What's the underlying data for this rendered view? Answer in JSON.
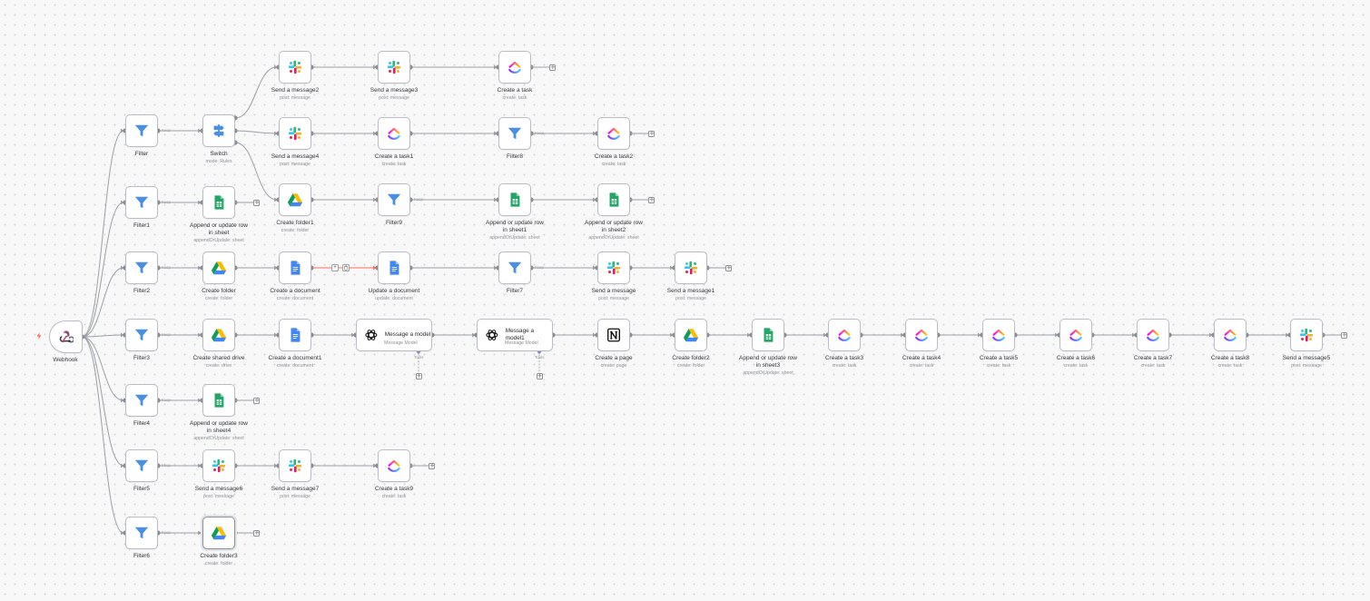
{
  "colors": {
    "edge": "#9b9ea4",
    "edge_active": "#ff6d5a",
    "filter_blue": "#4a90e2",
    "sheets_green": "#23a566",
    "docs_blue": "#4285f4",
    "trigger_orange": "#ff6d5a",
    "ai_diamond": "#8a8cc8"
  },
  "edge_item_tag": "Keep",
  "tools_tag": "Tools",
  "nodes": [
    {
      "id": "webhook",
      "label": "Webhook",
      "sub": "",
      "icon": "webhook-icon"
    },
    {
      "id": "filter",
      "label": "Filter",
      "sub": "",
      "icon": "filter-icon"
    },
    {
      "id": "filter1",
      "label": "Filter1",
      "sub": "",
      "icon": "filter-icon"
    },
    {
      "id": "filter2",
      "label": "Filter2",
      "sub": "",
      "icon": "filter-icon"
    },
    {
      "id": "filter3",
      "label": "Filter3",
      "sub": "",
      "icon": "filter-icon"
    },
    {
      "id": "filter4",
      "label": "Filter4",
      "sub": "",
      "icon": "filter-icon"
    },
    {
      "id": "filter5",
      "label": "Filter5",
      "sub": "",
      "icon": "filter-icon"
    },
    {
      "id": "filter6",
      "label": "Filter6",
      "sub": "",
      "icon": "filter-icon"
    },
    {
      "id": "switch",
      "label": "Switch",
      "sub": "mode: Rules",
      "icon": "switch-icon"
    },
    {
      "id": "sendmsg2",
      "label": "Send a message2",
      "sub": "post: message",
      "icon": "slack-icon"
    },
    {
      "id": "sendmsg3",
      "label": "Send a message3",
      "sub": "post: message",
      "icon": "slack-icon"
    },
    {
      "id": "createtask",
      "label": "Create a task",
      "sub": "create: task",
      "icon": "clickup-icon"
    },
    {
      "id": "sendmsg4",
      "label": "Send a message4",
      "sub": "post: message",
      "icon": "slack-icon"
    },
    {
      "id": "createtask1",
      "label": "Create a task1",
      "sub": "create: task",
      "icon": "clickup-icon"
    },
    {
      "id": "filter8",
      "label": "Filter8",
      "sub": "",
      "icon": "filter-icon"
    },
    {
      "id": "createtask2",
      "label": "Create a task2",
      "sub": "create: task",
      "icon": "clickup-icon"
    },
    {
      "id": "append1",
      "label": "Append or update row in sheet",
      "sub": "appendOrUpdate: sheet",
      "icon": "sheets-icon"
    },
    {
      "id": "createfolder1",
      "label": "Create folder1",
      "sub": "create: folder",
      "icon": "drive-icon"
    },
    {
      "id": "filter9",
      "label": "Filter9",
      "sub": "",
      "icon": "filter-icon"
    },
    {
      "id": "appendsheet1",
      "label": "Append or update row in sheet1",
      "sub": "appendOrUpdate: sheet",
      "icon": "sheets-icon"
    },
    {
      "id": "appendsheet2",
      "label": "Append or update row in sheet2",
      "sub": "appendOrUpdate: sheet",
      "icon": "sheets-icon"
    },
    {
      "id": "createfolder",
      "label": "Create folder",
      "sub": "create: folder",
      "icon": "drive-icon"
    },
    {
      "id": "createdoc",
      "label": "Create a document",
      "sub": "create: document",
      "icon": "docs-icon"
    },
    {
      "id": "updatedoc",
      "label": "Update a document",
      "sub": "update: document",
      "icon": "docs-icon"
    },
    {
      "id": "filter7",
      "label": "Filter7",
      "sub": "",
      "icon": "filter-icon"
    },
    {
      "id": "sendmsg",
      "label": "Send a message",
      "sub": "post: message",
      "icon": "slack-icon"
    },
    {
      "id": "sendmsg1",
      "label": "Send a message1",
      "sub": "post: message",
      "icon": "slack-icon"
    },
    {
      "id": "shareddrive",
      "label": "Create shared drive",
      "sub": "create: drive",
      "icon": "drive-icon"
    },
    {
      "id": "createdoc1",
      "label": "Create a document1",
      "sub": "create: document",
      "icon": "docs-icon"
    },
    {
      "id": "msgmodel",
      "label": "Message a model",
      "sub": "Message Model",
      "icon": "openai-icon"
    },
    {
      "id": "msgmodel1",
      "label": "Message a model1",
      "sub": "Message Model",
      "icon": "openai-icon"
    },
    {
      "id": "createpage",
      "label": "Create a page",
      "sub": "create: page",
      "icon": "notion-icon"
    },
    {
      "id": "createfolder2",
      "label": "Create folder2",
      "sub": "create: folder",
      "icon": "drive-icon"
    },
    {
      "id": "appendsheet3",
      "label": "Append or update row in sheet3",
      "sub": "appendOrUpdate: sheet",
      "icon": "sheets-icon"
    },
    {
      "id": "createtask3",
      "label": "Create a task3",
      "sub": "create: task",
      "icon": "clickup-icon"
    },
    {
      "id": "createtask4",
      "label": "Create a task4",
      "sub": "create: task",
      "icon": "clickup-icon"
    },
    {
      "id": "createtask5",
      "label": "Create a task5",
      "sub": "create: task",
      "icon": "clickup-icon"
    },
    {
      "id": "createtask6",
      "label": "Create a task6",
      "sub": "create: task",
      "icon": "clickup-icon"
    },
    {
      "id": "createtask7",
      "label": "Create a task7",
      "sub": "create: task",
      "icon": "clickup-icon"
    },
    {
      "id": "createtask8",
      "label": "Create a task8",
      "sub": "create: task",
      "icon": "clickup-icon"
    },
    {
      "id": "sendmsg5",
      "label": "Send a message5",
      "sub": "post: message",
      "icon": "slack-icon"
    },
    {
      "id": "appendsheet4",
      "label": "Append or update row in sheet4",
      "sub": "appendOrUpdate: sheet",
      "icon": "sheets-icon"
    },
    {
      "id": "sendmsg6",
      "label": "Send a message6",
      "sub": "post: message",
      "icon": "slack-icon"
    },
    {
      "id": "sendmsg7",
      "label": "Send a message7",
      "sub": "post: message",
      "icon": "slack-icon"
    },
    {
      "id": "createtask9",
      "label": "Create a task9",
      "sub": "create: task",
      "icon": "clickup-icon"
    },
    {
      "id": "createfolder3",
      "label": "Create folder3",
      "sub": "create: folder",
      "icon": "drive-icon"
    }
  ],
  "connections": [
    [
      "webhook",
      "filter"
    ],
    [
      "webhook",
      "filter1"
    ],
    [
      "webhook",
      "filter2"
    ],
    [
      "webhook",
      "filter3"
    ],
    [
      "webhook",
      "filter4"
    ],
    [
      "webhook",
      "filter5"
    ],
    [
      "webhook",
      "filter6"
    ],
    [
      "filter",
      "switch"
    ],
    [
      "switch",
      "sendmsg2"
    ],
    [
      "switch",
      "sendmsg4"
    ],
    [
      "switch",
      "createfolder1"
    ],
    [
      "sendmsg2",
      "sendmsg3"
    ],
    [
      "sendmsg3",
      "createtask"
    ],
    [
      "sendmsg4",
      "createtask1"
    ],
    [
      "createtask1",
      "filter8"
    ],
    [
      "filter8",
      "createtask2"
    ],
    [
      "filter1",
      "append1"
    ],
    [
      "createfolder1",
      "filter9"
    ],
    [
      "filter9",
      "appendsheet1"
    ],
    [
      "appendsheet1",
      "appendsheet2"
    ],
    [
      "filter2",
      "createfolder"
    ],
    [
      "createfolder",
      "createdoc"
    ],
    [
      "createdoc",
      "updatedoc"
    ],
    [
      "updatedoc",
      "filter7"
    ],
    [
      "filter7",
      "sendmsg"
    ],
    [
      "sendmsg",
      "sendmsg1"
    ],
    [
      "filter3",
      "shareddrive"
    ],
    [
      "shareddrive",
      "createdoc1"
    ],
    [
      "createdoc1",
      "msgmodel"
    ],
    [
      "msgmodel",
      "msgmodel1"
    ],
    [
      "msgmodel1",
      "createpage"
    ],
    [
      "createpage",
      "createfolder2"
    ],
    [
      "createfolder2",
      "appendsheet3"
    ],
    [
      "appendsheet3",
      "createtask3"
    ],
    [
      "createtask3",
      "createtask4"
    ],
    [
      "createtask4",
      "createtask5"
    ],
    [
      "createtask5",
      "createtask6"
    ],
    [
      "createtask6",
      "createtask7"
    ],
    [
      "createtask7",
      "createtask8"
    ],
    [
      "createtask8",
      "sendmsg5"
    ],
    [
      "filter4",
      "appendsheet4"
    ],
    [
      "filter5",
      "sendmsg6"
    ],
    [
      "sendmsg6",
      "sendmsg7"
    ],
    [
      "sendmsg7",
      "createtask9"
    ],
    [
      "filter6",
      "createfolder3"
    ]
  ]
}
